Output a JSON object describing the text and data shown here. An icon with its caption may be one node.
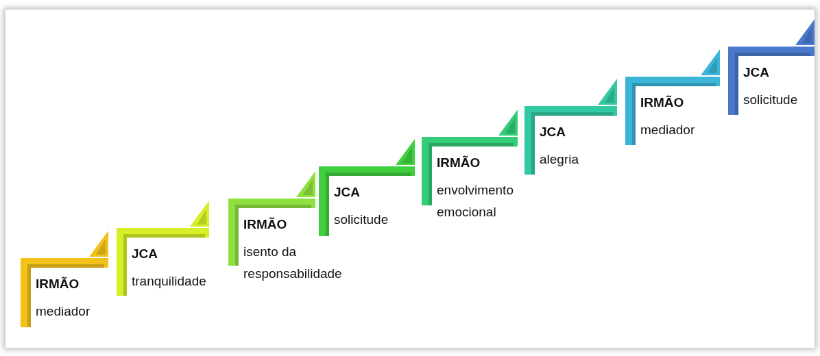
{
  "diagram": {
    "nodes": [
      {
        "text": [
          "IRMÃO",
          "mediador"
        ]
      },
      {
        "text": [
          "JCA",
          "tranquilidade"
        ]
      },
      {
        "text": [
          "IRMÃO",
          "isento da responsabilidade"
        ]
      },
      {
        "text": [
          "JCA",
          "solicitude"
        ]
      },
      {
        "text": [
          "IRMÃO",
          "envolvimento emocional"
        ]
      },
      {
        "text": [
          "JCA",
          "alegria"
        ]
      },
      {
        "text": [
          "IRMÃO",
          "mediador"
        ]
      },
      {
        "text": [
          "JCA",
          "solicitude"
        ]
      }
    ]
  }
}
